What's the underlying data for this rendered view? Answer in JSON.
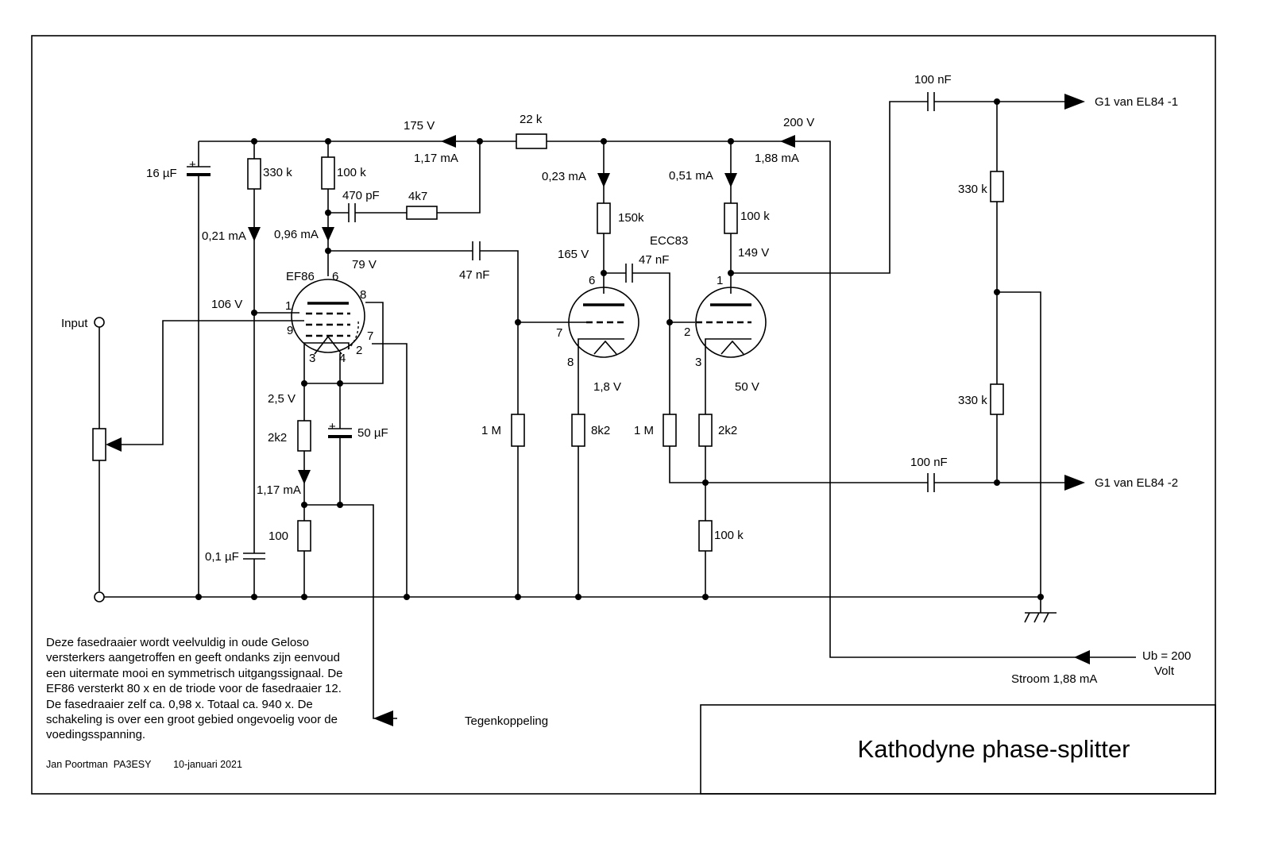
{
  "title": "Kathodyne phase-splitter",
  "note": "Deze fasedraaier wordt veelvuldig in oude Geloso versterkers aangetroffen en geeft ondanks zijn eenvoud een uitermate mooi en symmetrisch uitgangssignaal. De EF86 versterkt 80 x en de triode voor de fasedraaier 12. De fasedraaier zelf ca. 0,98 x. Totaal ca. 940 x. De schakeling is over een groot gebied ongevoelig voor de voedingsspanning.",
  "author": "Jan Poortman  PA3ESY",
  "date": "10-januari 2021",
  "tubes": {
    "pentode": "EF86",
    "triode": "ECC83"
  },
  "pins": {
    "ef86": [
      "6",
      "1",
      "8",
      "9",
      "7",
      "3",
      "4",
      "2"
    ],
    "t1": [
      "6",
      "7",
      "8"
    ],
    "t2": [
      "1",
      "2",
      "3"
    ]
  },
  "voltages": {
    "v175": "175 V",
    "v200": "200 V",
    "v79": "79 V",
    "v106": "106 V",
    "v25": "2,5 V",
    "v165": "165 V",
    "v149": "149 V",
    "v18": "1,8 V",
    "v50": "50 V"
  },
  "currents": {
    "i117a": "1,17 mA",
    "i188": "1,88 mA",
    "i023": "0,23 mA",
    "i051": "0,51 mA",
    "i021": "0,21 mA",
    "i096": "0,96 mA",
    "i117b": "1,17 mA"
  },
  "components": {
    "c16u": "16 µF",
    "r330k": "330 k",
    "r100k_a": "100 k",
    "c470p": "470 pF",
    "r4k7": "4k7",
    "r22k": "22 k",
    "c47n_a": "47 nF",
    "r150k": "150k",
    "r100k_b": "100 k",
    "c47n_b": "47 nF",
    "c100n_a": "100 nF",
    "r330k_b": "330 k",
    "r330k_c": "330 k",
    "c100n_b": "100 nF",
    "r2k2_a": "2k2",
    "c50u": "50 µF",
    "r100": "100",
    "c01u": "0,1 µF",
    "r1m_a": "1 M",
    "r8k2": "8k2",
    "r1m_b": "1 M",
    "r2k2_b": "2k2",
    "r100k_c": "100 k"
  },
  "labels": {
    "input": "Input",
    "out1": "G1 van EL84 -1",
    "out2": "G1 van EL84 -2",
    "feedback": "Tegenkoppeling",
    "ub": "Ub = 200",
    "volt": "Volt",
    "stroom": "Stroom 1,88 mA",
    "plus1": "+",
    "plus2": "+"
  }
}
